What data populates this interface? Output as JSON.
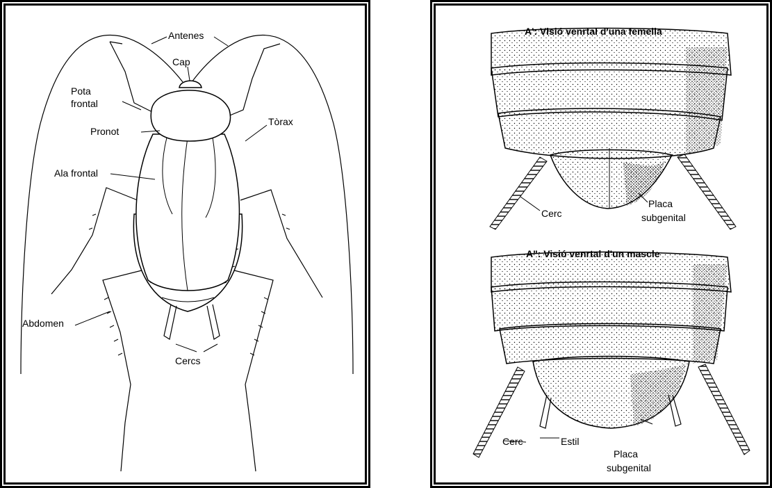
{
  "left_diagram": {
    "labels": {
      "antennae": "Antenes",
      "head": "Cap",
      "front_leg": "Pota\nfrontal",
      "pronotum": "Pronot",
      "thorax": "Tòrax",
      "front_wing": "Ala frontal",
      "abdomen": "Abdomen",
      "cerci": "Cercs"
    }
  },
  "right_diagram": {
    "female": {
      "title": "A': Visió venrtal d'una femella",
      "cercus": "Cerc",
      "subgenital_plate": "Placa\nsubgenital"
    },
    "male": {
      "title": "A\": Visió venrtal d'un mascle",
      "cercus": "Cerc",
      "style": "Estil",
      "subgenital_plate": "Placa\nsubgenital"
    }
  },
  "colors": {
    "line": "#000000",
    "background": "#ffffff"
  }
}
